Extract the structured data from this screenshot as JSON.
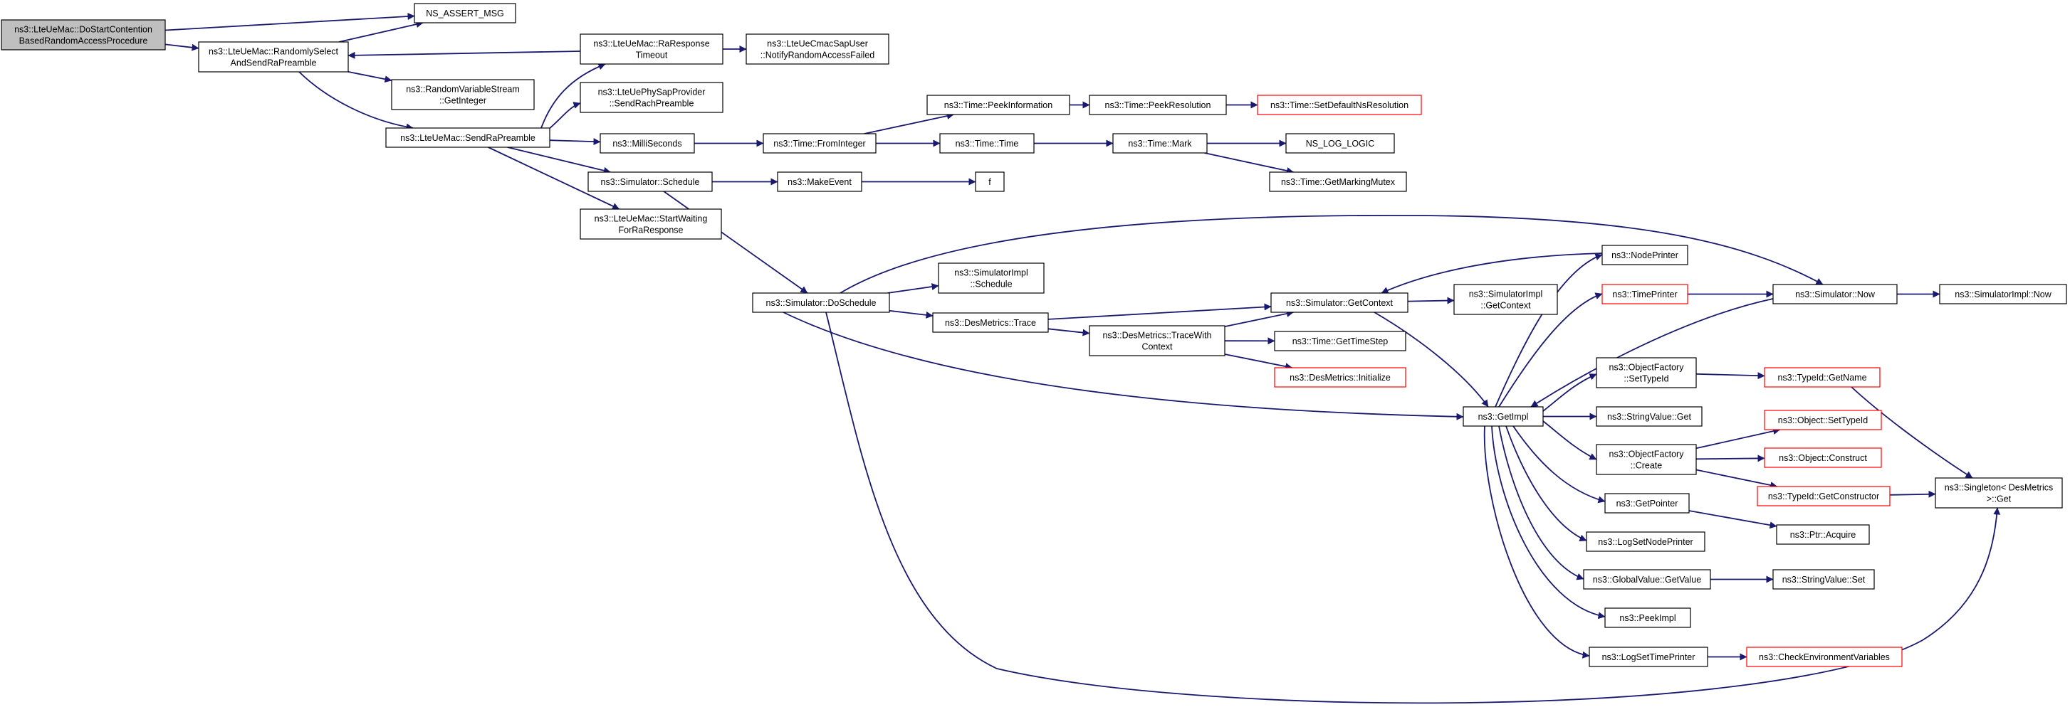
{
  "colors": {
    "edge": "#191970",
    "node_border": "#000000",
    "link_border": "#ff0000",
    "root_fill": "#bfbfbf",
    "node_fill": "#ffffff"
  },
  "nodes": [
    {
      "id": "root",
      "lines": [
        "ns3::LteUeMac::DoStartContention",
        "BasedRandomAccessProcedure"
      ],
      "kind": "root"
    },
    {
      "id": "assert",
      "lines": [
        "NS_ASSERT_MSG"
      ],
      "kind": "normal"
    },
    {
      "id": "randsel",
      "lines": [
        "ns3::LteUeMac::RandomlySelect",
        "AndSendRaPreamble"
      ],
      "kind": "normal"
    },
    {
      "id": "raresp",
      "lines": [
        "ns3::LteUeMac::RaResponse",
        "Timeout"
      ],
      "kind": "normal"
    },
    {
      "id": "notify",
      "lines": [
        "ns3::LteUeCmacSapUser",
        "::NotifyRandomAccessFailed"
      ],
      "kind": "normal"
    },
    {
      "id": "rvs",
      "lines": [
        "ns3::RandomVariableStream",
        "::GetInteger"
      ],
      "kind": "normal"
    },
    {
      "id": "sendrach",
      "lines": [
        "ns3::LteUePhySapProvider",
        "::SendRachPreamble"
      ],
      "kind": "normal"
    },
    {
      "id": "sendra",
      "lines": [
        "ns3::LteUeMac::SendRaPreamble"
      ],
      "kind": "normal"
    },
    {
      "id": "milli",
      "lines": [
        "ns3::MilliSeconds"
      ],
      "kind": "normal"
    },
    {
      "id": "fromint",
      "lines": [
        "ns3::Time::FromInteger"
      ],
      "kind": "normal"
    },
    {
      "id": "peekinfo",
      "lines": [
        "ns3::Time::PeekInformation"
      ],
      "kind": "normal"
    },
    {
      "id": "peekres",
      "lines": [
        "ns3::Time::PeekResolution"
      ],
      "kind": "normal"
    },
    {
      "id": "setdef",
      "lines": [
        "ns3::Time::SetDefaultNsResolution"
      ],
      "kind": "link"
    },
    {
      "id": "timetime",
      "lines": [
        "ns3::Time::Time"
      ],
      "kind": "normal"
    },
    {
      "id": "mark",
      "lines": [
        "ns3::Time::Mark"
      ],
      "kind": "normal"
    },
    {
      "id": "loglogic",
      "lines": [
        "NS_LOG_LOGIC"
      ],
      "kind": "normal"
    },
    {
      "id": "mutex",
      "lines": [
        "ns3::Time::GetMarkingMutex"
      ],
      "kind": "normal"
    },
    {
      "id": "simsched",
      "lines": [
        "ns3::Simulator::Schedule"
      ],
      "kind": "normal"
    },
    {
      "id": "makeevent",
      "lines": [
        "ns3::MakeEvent"
      ],
      "kind": "normal"
    },
    {
      "id": "f",
      "lines": [
        "f"
      ],
      "kind": "normal"
    },
    {
      "id": "startwait",
      "lines": [
        "ns3::LteUeMac::StartWaiting",
        "ForRaResponse"
      ],
      "kind": "normal"
    },
    {
      "id": "dosched",
      "lines": [
        "ns3::Simulator::DoSchedule"
      ],
      "kind": "normal"
    },
    {
      "id": "implsched",
      "lines": [
        "ns3::SimulatorImpl",
        "::Schedule"
      ],
      "kind": "normal"
    },
    {
      "id": "trace",
      "lines": [
        "ns3::DesMetrics::Trace"
      ],
      "kind": "normal"
    },
    {
      "id": "tracewith",
      "lines": [
        "ns3::DesMetrics::TraceWith",
        "Context"
      ],
      "kind": "normal"
    },
    {
      "id": "getctx",
      "lines": [
        "ns3::Simulator::GetContext"
      ],
      "kind": "normal"
    },
    {
      "id": "implctx",
      "lines": [
        "ns3::SimulatorImpl",
        "::GetContext"
      ],
      "kind": "normal"
    },
    {
      "id": "timestep",
      "lines": [
        "ns3::Time::GetTimeStep"
      ],
      "kind": "normal"
    },
    {
      "id": "desinit",
      "lines": [
        "ns3::DesMetrics::Initialize"
      ],
      "kind": "link"
    },
    {
      "id": "getimpl",
      "lines": [
        "ns3::GetImpl"
      ],
      "kind": "normal"
    },
    {
      "id": "nodeprinter",
      "lines": [
        "ns3::NodePrinter"
      ],
      "kind": "normal"
    },
    {
      "id": "timeprinter",
      "lines": [
        "ns3::TimePrinter"
      ],
      "kind": "link"
    },
    {
      "id": "simnow",
      "lines": [
        "ns3::Simulator::Now"
      ],
      "kind": "normal"
    },
    {
      "id": "implnow",
      "lines": [
        "ns3::SimulatorImpl::Now"
      ],
      "kind": "normal"
    },
    {
      "id": "ofsettype",
      "lines": [
        "ns3::ObjectFactory",
        "::SetTypeId"
      ],
      "kind": "normal"
    },
    {
      "id": "getname",
      "lines": [
        "ns3::TypeId::GetName"
      ],
      "kind": "link"
    },
    {
      "id": "strget",
      "lines": [
        "ns3::StringValue::Get"
      ],
      "kind": "normal"
    },
    {
      "id": "ofcreate",
      "lines": [
        "ns3::ObjectFactory",
        "::Create"
      ],
      "kind": "normal"
    },
    {
      "id": "objsettype",
      "lines": [
        "ns3::Object::SetTypeId"
      ],
      "kind": "link"
    },
    {
      "id": "objconstruct",
      "lines": [
        "ns3::Object::Construct"
      ],
      "kind": "link"
    },
    {
      "id": "getctor",
      "lines": [
        "ns3::TypeId::GetConstructor"
      ],
      "kind": "link"
    },
    {
      "id": "singleton",
      "lines": [
        "ns3::Singleton< DesMetrics",
        " >::Get"
      ],
      "kind": "normal"
    },
    {
      "id": "getpointer",
      "lines": [
        "ns3::GetPointer"
      ],
      "kind": "normal"
    },
    {
      "id": "ptracq",
      "lines": [
        "ns3::Ptr::Acquire"
      ],
      "kind": "normal"
    },
    {
      "id": "lognode",
      "lines": [
        "ns3::LogSetNodePrinter"
      ],
      "kind": "normal"
    },
    {
      "id": "gvget",
      "lines": [
        "ns3::GlobalValue::GetValue"
      ],
      "kind": "normal"
    },
    {
      "id": "strset",
      "lines": [
        "ns3::StringValue::Set"
      ],
      "kind": "normal"
    },
    {
      "id": "peekimpl",
      "lines": [
        "ns3::PeekImpl"
      ],
      "kind": "normal"
    },
    {
      "id": "logtime",
      "lines": [
        "ns3::LogSetTimePrinter"
      ],
      "kind": "normal"
    },
    {
      "id": "checkenv",
      "lines": [
        "ns3::CheckEnvironmentVariables"
      ],
      "kind": "link"
    }
  ],
  "edges": [
    {
      "from": "root",
      "to": "assert"
    },
    {
      "from": "root",
      "to": "randsel"
    },
    {
      "from": "randsel",
      "to": "assert"
    },
    {
      "from": "raresp",
      "to": "randsel"
    },
    {
      "from": "raresp",
      "to": "notify"
    },
    {
      "from": "randsel",
      "to": "rvs"
    },
    {
      "from": "randsel",
      "to": "sendra"
    },
    {
      "from": "sendra",
      "to": "raresp"
    },
    {
      "from": "sendra",
      "to": "sendrach"
    },
    {
      "from": "sendra",
      "to": "milli"
    },
    {
      "from": "sendra",
      "to": "simsched"
    },
    {
      "from": "sendra",
      "to": "startwait"
    },
    {
      "from": "milli",
      "to": "fromint"
    },
    {
      "from": "fromint",
      "to": "peekinfo"
    },
    {
      "from": "fromint",
      "to": "timetime"
    },
    {
      "from": "peekinfo",
      "to": "peekres"
    },
    {
      "from": "peekres",
      "to": "setdef"
    },
    {
      "from": "timetime",
      "to": "mark"
    },
    {
      "from": "mark",
      "to": "loglogic"
    },
    {
      "from": "mark",
      "to": "mutex"
    },
    {
      "from": "simsched",
      "to": "makeevent"
    },
    {
      "from": "simsched",
      "to": "dosched"
    },
    {
      "from": "makeevent",
      "to": "f"
    },
    {
      "from": "dosched",
      "to": "implsched"
    },
    {
      "from": "dosched",
      "to": "trace"
    },
    {
      "from": "dosched",
      "to": "simnow"
    },
    {
      "from": "dosched",
      "to": "getimpl"
    },
    {
      "from": "dosched",
      "to": "singleton"
    },
    {
      "from": "trace",
      "to": "getctx"
    },
    {
      "from": "trace",
      "to": "tracewith"
    },
    {
      "from": "tracewith",
      "to": "getctx"
    },
    {
      "from": "tracewith",
      "to": "timestep"
    },
    {
      "from": "tracewith",
      "to": "desinit"
    },
    {
      "from": "getctx",
      "to": "implctx"
    },
    {
      "from": "getctx",
      "to": "getimpl"
    },
    {
      "from": "nodeprinter",
      "to": "getctx"
    },
    {
      "from": "timeprinter",
      "to": "simnow"
    },
    {
      "from": "simnow",
      "to": "getimpl"
    },
    {
      "from": "simnow",
      "to": "implnow"
    },
    {
      "from": "getimpl",
      "to": "nodeprinter"
    },
    {
      "from": "getimpl",
      "to": "timeprinter"
    },
    {
      "from": "getimpl",
      "to": "ofsettype"
    },
    {
      "from": "getimpl",
      "to": "strget"
    },
    {
      "from": "getimpl",
      "to": "ofcreate"
    },
    {
      "from": "getimpl",
      "to": "getpointer"
    },
    {
      "from": "getimpl",
      "to": "lognode"
    },
    {
      "from": "getimpl",
      "to": "gvget"
    },
    {
      "from": "getimpl",
      "to": "peekimpl"
    },
    {
      "from": "getimpl",
      "to": "logtime"
    },
    {
      "from": "ofsettype",
      "to": "getname"
    },
    {
      "from": "getname",
      "to": "singleton"
    },
    {
      "from": "ofcreate",
      "to": "objsettype"
    },
    {
      "from": "ofcreate",
      "to": "objconstruct"
    },
    {
      "from": "ofcreate",
      "to": "getctor"
    },
    {
      "from": "getctor",
      "to": "singleton"
    },
    {
      "from": "getpointer",
      "to": "ptracq"
    },
    {
      "from": "gvget",
      "to": "strset"
    },
    {
      "from": "logtime",
      "to": "checkenv"
    }
  ]
}
